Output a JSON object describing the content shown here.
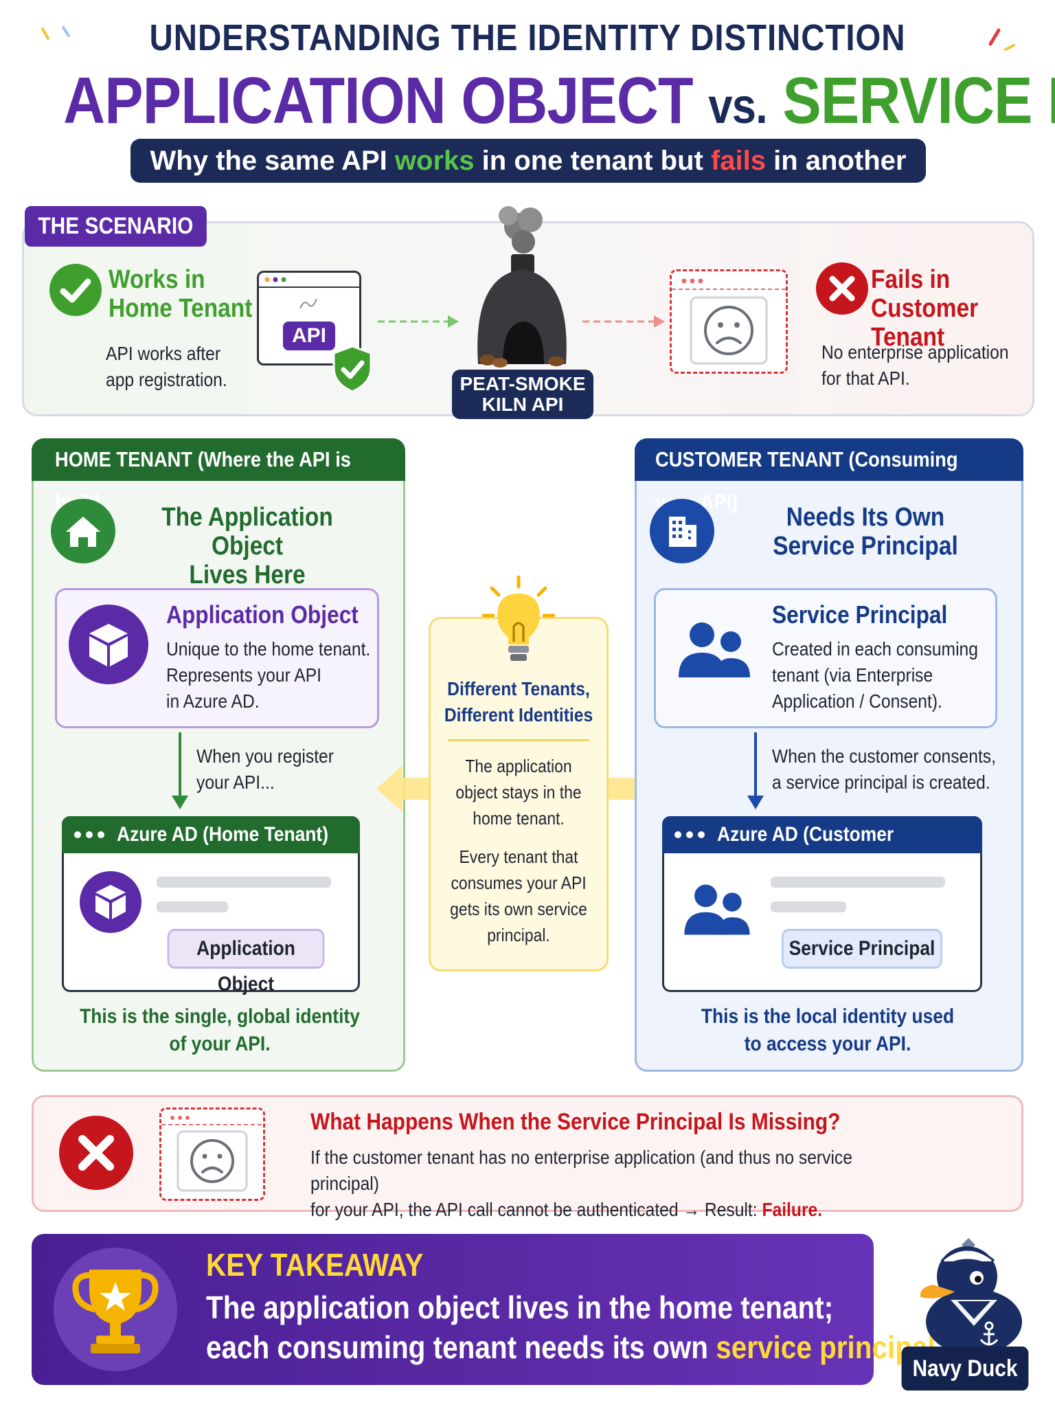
{
  "header": {
    "top_title": "UNDERSTANDING THE IDENTITY DISTINCTION",
    "title_left": "APPLICATION OBJECT",
    "title_vs": "vs.",
    "title_right": "SERVICE PRINCIPAL",
    "subtitle_pre": "Why the same API",
    "subtitle_works": "works",
    "subtitle_mid": "in one tenant but",
    "subtitle_fails": "fails",
    "subtitle_post": "in another"
  },
  "scenario": {
    "tag": "THE SCENARIO",
    "works_title_1": "Works in",
    "works_title_2": "Home Tenant",
    "works_desc_1": "API works after",
    "works_desc_2": "app registration.",
    "api_badge": "API",
    "kiln_label_1": "PEAT-SMOKE",
    "kiln_label_2": "KILN API",
    "fails_title_1": "Fails in",
    "fails_title_2": "Customer Tenant",
    "fails_desc_1": "No enterprise application",
    "fails_desc_2": "for that API."
  },
  "home": {
    "header": "HOME TENANT (Where the API is built)",
    "heading_1": "The Application Object",
    "heading_2": "Lives Here",
    "card_title": "Application Object",
    "card_desc_1": "Unique to the home tenant.",
    "card_desc_2": "Represents your API",
    "card_desc_3": "in Azure AD.",
    "flow_1": "When you register",
    "flow_2": "your API...",
    "az_title": "Azure AD (Home Tenant)",
    "chip": "Application Object",
    "foot_1": "This is the single, global identity",
    "foot_2": "of your API."
  },
  "center": {
    "head_1": "Different Tenants,",
    "head_2": "Different Identities",
    "p1_1": "The application",
    "p1_2": "object stays in the",
    "p1_3": "home tenant.",
    "p2_1": "Every tenant that",
    "p2_2": "consumes your API",
    "p2_3": "gets its own service",
    "p2_4": "principal."
  },
  "customer": {
    "header": "CUSTOMER TENANT (Consuming your API)",
    "heading_1": "Needs Its Own",
    "heading_2": "Service Principal",
    "card_title": "Service Principal",
    "card_desc_1": "Created in each consuming",
    "card_desc_2": "tenant (via Enterprise",
    "card_desc_3": "Application / Consent).",
    "flow_1": "When the customer consents,",
    "flow_2": "a service principal is created.",
    "az_title": "Azure AD (Customer Tenant)",
    "chip": "Service Principal",
    "foot_1": "This is the local identity used",
    "foot_2": "to access your API."
  },
  "missing": {
    "title": "What Happens When the Service Principal Is Missing?",
    "desc_1": "If the customer tenant has no enterprise application (and thus no service principal)",
    "desc_2": "for your API, the API call cannot be authenticated → Result:",
    "desc_fail": "Failure."
  },
  "takeaway": {
    "label": "KEY TAKEAWAY",
    "line_1": "The application object lives in the home tenant;",
    "line_2_pre": "each consuming tenant needs its own",
    "line_2_hl": "service principal",
    "line_2_post": "."
  },
  "mascot": {
    "label": "Navy Duck"
  },
  "colors": {
    "navy": "#1b2a57",
    "purple": "#5b2aa6",
    "green": "#3f9f2d",
    "home_green": "#226b2e",
    "customer_blue": "#153a86",
    "fail_red": "#c4161c",
    "highlight_yellow": "#ffd93a"
  },
  "icons": [
    "check-icon",
    "x-icon",
    "shield-check-icon",
    "sad-face-icon",
    "kiln-icon",
    "house-icon",
    "building-icon",
    "cube-icon",
    "users-icon",
    "lightbulb-icon",
    "trophy-icon",
    "duck-mascot-icon",
    "anchor-icon"
  ]
}
